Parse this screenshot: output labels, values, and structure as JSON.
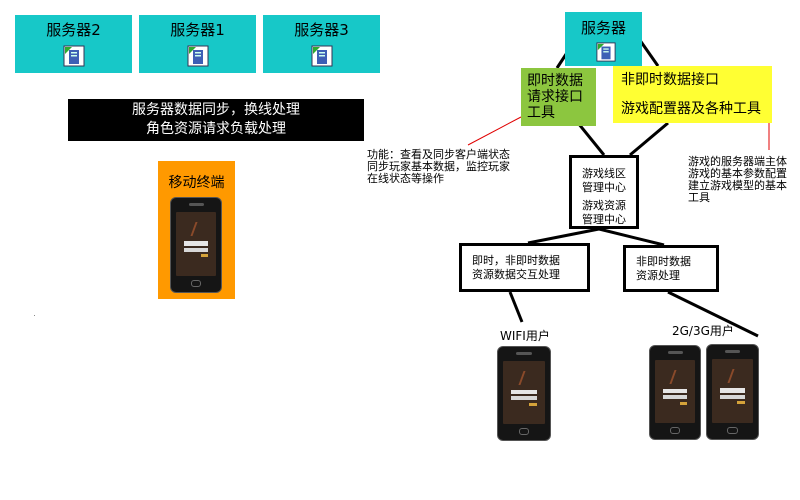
{
  "servers": [
    {
      "label": "服务器2"
    },
    {
      "label": "服务器1"
    },
    {
      "label": "服务器3"
    }
  ],
  "sync_banner": {
    "line1": "服务器数据同步，换线处理",
    "line2": "角色资源请求负载处理"
  },
  "mobile_terminal": {
    "label": "移动终端"
  },
  "server_top": {
    "label": "服务器"
  },
  "realtime_interface": {
    "line1": "即时数据",
    "line2": "请求接口",
    "line3": "工具"
  },
  "nonrealtime_interface": {
    "line1": "非即时数据接口",
    "line2": "游戏配置器及各种工具"
  },
  "function_note": {
    "line1": "功能：查看及同步客户端状态",
    "line2": "同步玩家基本数据，监控玩家",
    "line3": "在线状态等操作"
  },
  "engine_note": {
    "line1": "游戏的服务器端主体",
    "line2": "游戏的基本参数配置",
    "line3": "建立游戏模型的基本",
    "line4": "工具"
  },
  "hub": {
    "line1": "游戏线区",
    "line2": "管理中心",
    "line3": "游戏资源",
    "line4": "管理中心"
  },
  "mixed_processing": {
    "line1": "即时，非即时数据",
    "line2": "资源数据交互处理"
  },
  "nonrealtime_processing": {
    "line1": "非即时数据",
    "line2": "资源处理"
  },
  "wifi_users": {
    "label": "WIFI用户"
  },
  "mobile_users": {
    "label": "2G/3G用户"
  },
  "colors": {
    "server_fill": "#17c8c8",
    "banner_fill": "#000000",
    "mobile_fill": "#ff9900",
    "realtime_fill": "#8cc63f",
    "nonrealtime_fill": "#ffff33",
    "annotation_line": "#e00000"
  }
}
